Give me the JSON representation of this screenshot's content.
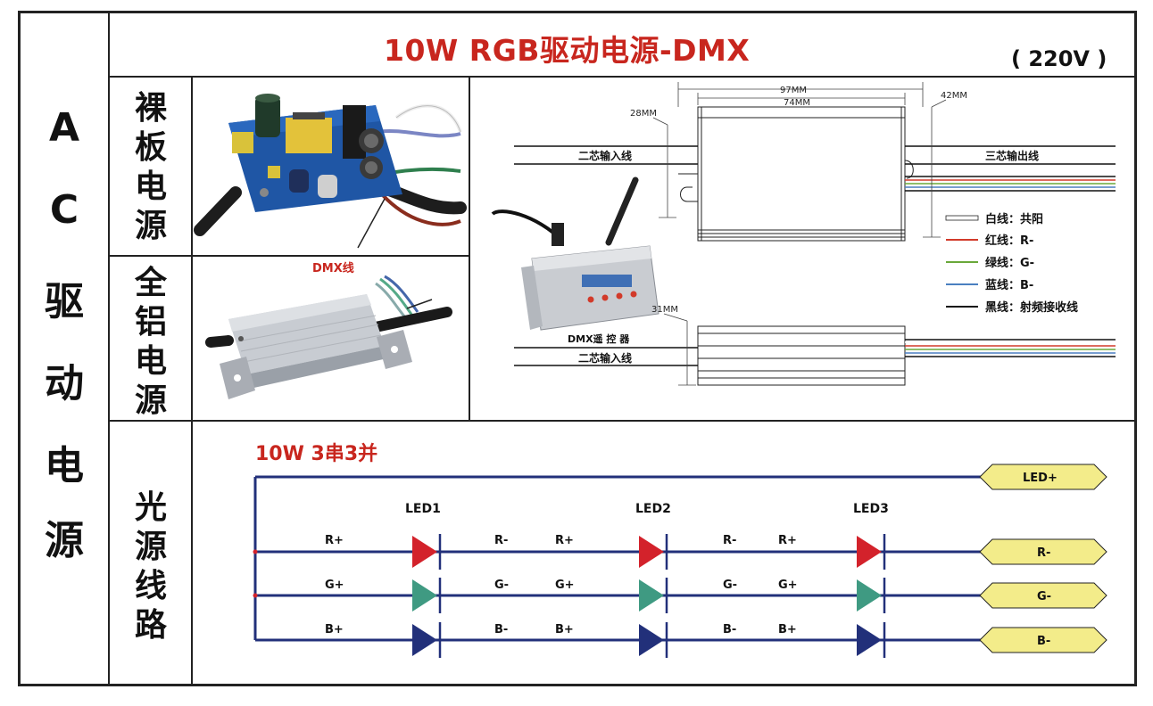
{
  "title": "10W RGB驱动电源-DMX",
  "voltage": "( 220V )",
  "side_label": [
    "A",
    "C",
    "驱",
    "动",
    "电",
    "源"
  ],
  "rows": {
    "bare_board": [
      "裸",
      "板",
      "电",
      "源"
    ],
    "aluminum": [
      "全",
      "铝",
      "电",
      "源"
    ],
    "light_wiring": [
      "光",
      "源",
      "线",
      "路"
    ]
  },
  "photo_labels": {
    "dmx_wire": "DMX线"
  },
  "dimensions": {
    "length_outer": "97MM",
    "length_inner": "74MM",
    "height_left": "28MM",
    "height_right": "42MM",
    "height_bottom": "31MM"
  },
  "wire_labels": {
    "input_top": "二芯输入线",
    "output": "三芯输出线",
    "input_bottom": "二芯输入线",
    "remote": "DMX遥 控 器"
  },
  "legend": [
    {
      "label": "白线：共阳",
      "color": "#ffffff"
    },
    {
      "label": "红线：R-",
      "color": "#d23a2a"
    },
    {
      "label": "绿线：G-",
      "color": "#6aa83a"
    },
    {
      "label": "蓝线：B-",
      "color": "#4a7fc0"
    },
    {
      "label": "黑线：射频接收线",
      "color": "#111111"
    }
  ],
  "circuit": {
    "title": "10W 3串3并",
    "leds": [
      "LED1",
      "LED2",
      "LED3"
    ],
    "terminals": [
      "LED+",
      "R-",
      "G-",
      "B-"
    ],
    "channels": [
      {
        "plus": "R+",
        "minus": "R-",
        "color": "#d3222b"
      },
      {
        "plus": "G+",
        "minus": "G-",
        "color": "#3f9a82"
      },
      {
        "plus": "B+",
        "minus": "B-",
        "color": "#22307a"
      }
    ]
  }
}
